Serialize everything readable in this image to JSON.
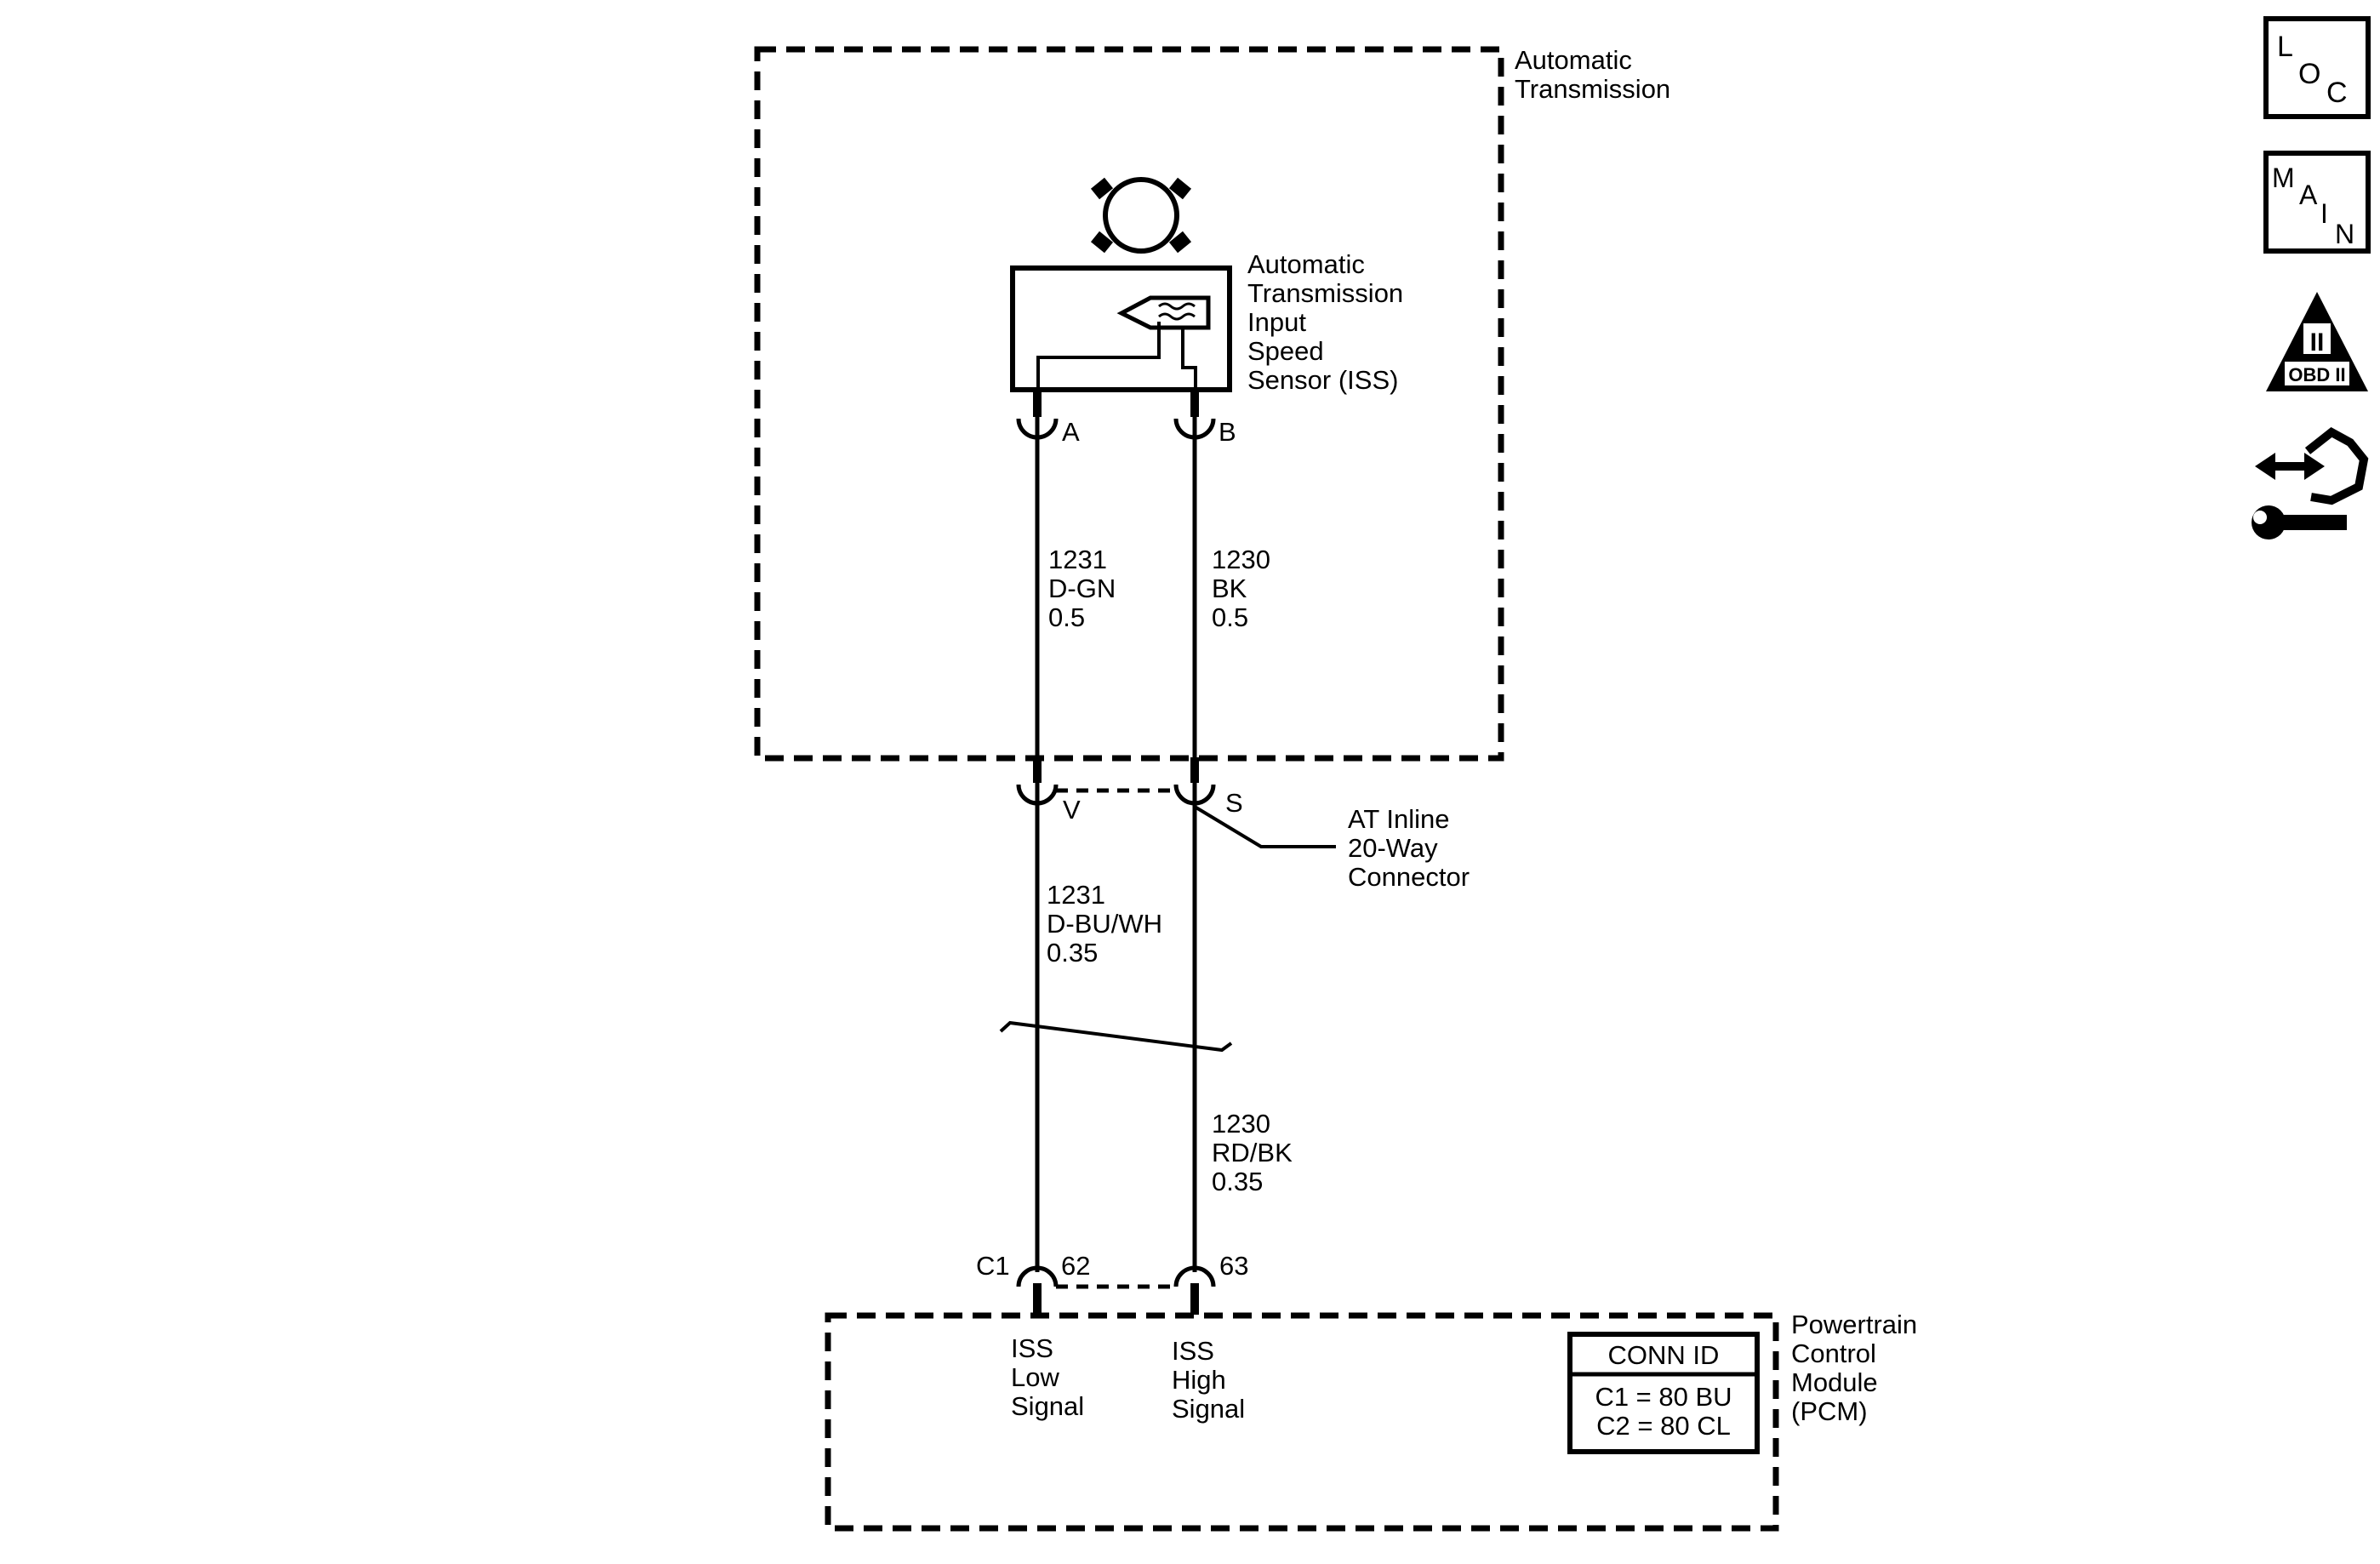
{
  "transmission": {
    "title_line1": "Automatic",
    "title_line2": "Transmission"
  },
  "sensor": {
    "label_lines": [
      "Automatic",
      "Transmission",
      "Input",
      "Speed",
      "Sensor (ISS)"
    ],
    "pin_a": "A",
    "pin_b": "B"
  },
  "wires_upper": {
    "left": {
      "circuit": "1231",
      "color": "D-GN",
      "gauge": "0.5"
    },
    "right": {
      "circuit": "1230",
      "color": "BK",
      "gauge": "0.5"
    }
  },
  "inline_connector": {
    "pin_left": "V",
    "pin_right": "S",
    "label_lines": [
      "AT Inline",
      "20-Way",
      "Connector"
    ]
  },
  "wires_lower": {
    "left": {
      "circuit": "1231",
      "color": "D-BU/WH",
      "gauge": "0.35"
    },
    "right": {
      "circuit": "1230",
      "color": "RD/BK",
      "gauge": "0.35"
    }
  },
  "pcm_connector": {
    "id": "C1",
    "pin_left": "62",
    "pin_right": "63"
  },
  "pcm": {
    "label_lines": [
      "Powertrain",
      "Control",
      "Module",
      "(PCM)"
    ],
    "signal_low_lines": [
      "ISS",
      "Low",
      "Signal"
    ],
    "signal_high_lines": [
      "ISS",
      "High",
      "Signal"
    ],
    "conn_id_title": "CONN ID",
    "conn_id_rows": [
      "C1 = 80 BU",
      "C2 = 80 CL"
    ]
  },
  "nav_icons": {
    "loc": [
      "L",
      "O",
      "C"
    ],
    "main": [
      "M",
      "A",
      "I",
      "N"
    ],
    "obd_numeral": "II",
    "obd_text": "OBD II",
    "icons": [
      "loc-icon",
      "main-icon",
      "obd-ii-icon",
      "diagnostic-wrench-icon"
    ]
  }
}
